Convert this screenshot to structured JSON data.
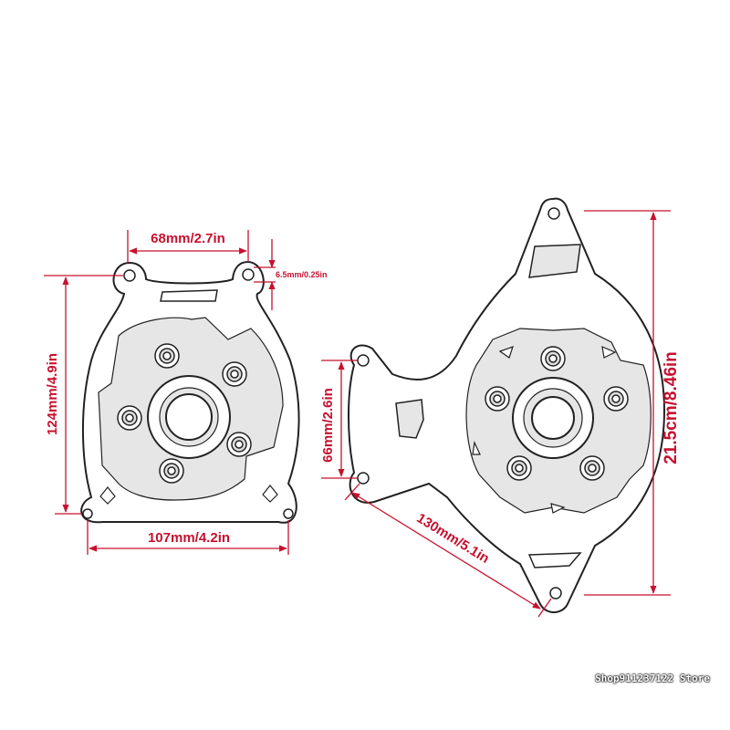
{
  "dimensions": {
    "left_top_width": "68mm/2.7in",
    "left_ear_height": "6.5mm/0.25in",
    "left_height": "124mm/4.9in",
    "left_bottom_width": "107mm/4.2in",
    "right_tab_height": "66mm/2.6in",
    "right_diagonal": "130mm/5.1in",
    "right_height": "21.5cm/8.46in"
  },
  "watermark": "Shop911237122 Store",
  "colors": {
    "dimension": "#c8102e",
    "outline": "#222222",
    "face": "#e6e6e6",
    "background": "#ffffff"
  }
}
